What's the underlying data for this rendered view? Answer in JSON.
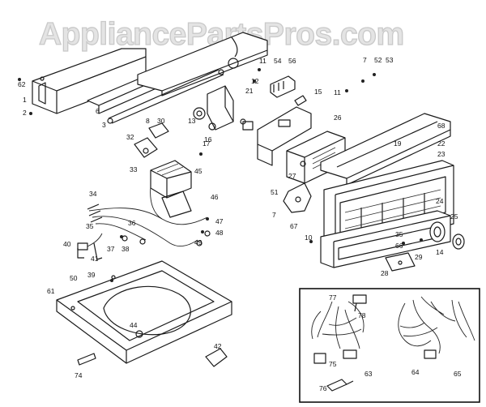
{
  "watermark": "AppliancePartsPros.com",
  "diagram": {
    "callouts": [
      {
        "label": "62"
      },
      {
        "label": "1"
      },
      {
        "label": "2"
      },
      {
        "label": "6"
      },
      {
        "label": "3"
      },
      {
        "label": "11"
      },
      {
        "label": "54"
      },
      {
        "label": "56"
      },
      {
        "label": "12"
      },
      {
        "label": "21"
      },
      {
        "label": "15"
      },
      {
        "label": "13"
      },
      {
        "label": "16"
      },
      {
        "label": "7"
      },
      {
        "label": "52"
      },
      {
        "label": "53"
      },
      {
        "label": "11"
      },
      {
        "label": "8"
      },
      {
        "label": "30"
      },
      {
        "label": "32"
      },
      {
        "label": "33"
      },
      {
        "label": "17"
      },
      {
        "label": "45"
      },
      {
        "label": "26"
      },
      {
        "label": "27"
      },
      {
        "label": "68"
      },
      {
        "label": "19"
      },
      {
        "label": "22"
      },
      {
        "label": "23"
      },
      {
        "label": "46"
      },
      {
        "label": "34"
      },
      {
        "label": "35"
      },
      {
        "label": "36"
      },
      {
        "label": "47"
      },
      {
        "label": "48"
      },
      {
        "label": "49"
      },
      {
        "label": "51"
      },
      {
        "label": "7"
      },
      {
        "label": "67"
      },
      {
        "label": "24"
      },
      {
        "label": "25"
      },
      {
        "label": "40"
      },
      {
        "label": "41"
      },
      {
        "label": "37"
      },
      {
        "label": "38"
      },
      {
        "label": "10"
      },
      {
        "label": "35"
      },
      {
        "label": "66"
      },
      {
        "label": "29"
      },
      {
        "label": "14"
      },
      {
        "label": "28"
      },
      {
        "label": "39"
      },
      {
        "label": "50"
      },
      {
        "label": "61"
      },
      {
        "label": "44"
      },
      {
        "label": "42"
      },
      {
        "label": "74"
      },
      {
        "label": "77"
      },
      {
        "label": "78"
      },
      {
        "label": "63"
      },
      {
        "label": "75"
      },
      {
        "label": "76"
      },
      {
        "label": "64"
      },
      {
        "label": "65"
      }
    ]
  }
}
